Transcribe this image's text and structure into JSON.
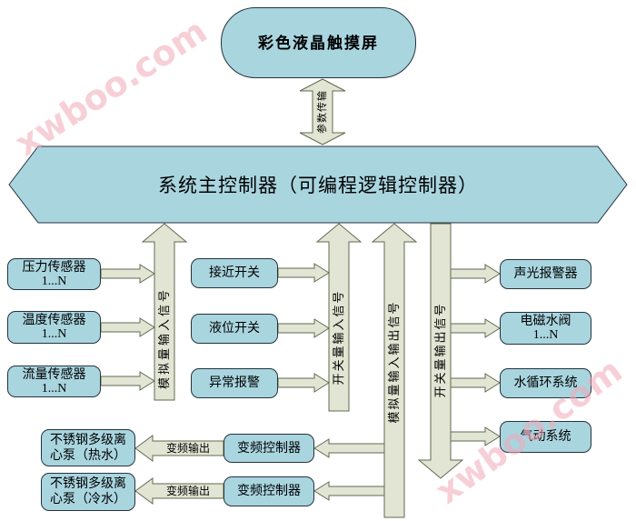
{
  "touchscreen": {
    "label": "彩色液晶触摸屏"
  },
  "param_link": {
    "label": "参数传输"
  },
  "main_controller": {
    "label": "系统主控制器（可编程逻辑控制器）"
  },
  "analog_input": {
    "label": "模拟量输入信号",
    "sensors": [
      {
        "name": "压力传感器",
        "count": "1...N"
      },
      {
        "name": "温度传感器",
        "count": "1...N"
      },
      {
        "name": "流量传感器",
        "count": "1...N"
      }
    ]
  },
  "switch_input": {
    "label": "开关量输入信号",
    "devices": [
      {
        "name": "接近开关"
      },
      {
        "name": "液位开关"
      },
      {
        "name": "异常报警"
      }
    ]
  },
  "analog_io": {
    "label": "模拟量输入输出信号",
    "drives": [
      {
        "controller": "变频控制器",
        "output": "变频输出",
        "pump": "不锈钢多级离心泵（热水）"
      },
      {
        "controller": "变频控制器",
        "output": "变频输出",
        "pump": "不锈钢多级离心泵（冷水）"
      }
    ]
  },
  "switch_output": {
    "label": "开关量输出信号",
    "devices": [
      {
        "name": "声光报警器"
      },
      {
        "name": "电磁水阀",
        "count": "1...N"
      },
      {
        "name": "水循环系统"
      },
      {
        "name": "气动系统"
      }
    ]
  },
  "watermark": {
    "text": "xwboo.com"
  },
  "colors": {
    "box_fill": "#a9d5df",
    "box_border": "#25333d",
    "arrow_fill": "#e2e5d3",
    "arrow_border": "#5f6b52",
    "watermark": "#f2a9b8"
  }
}
